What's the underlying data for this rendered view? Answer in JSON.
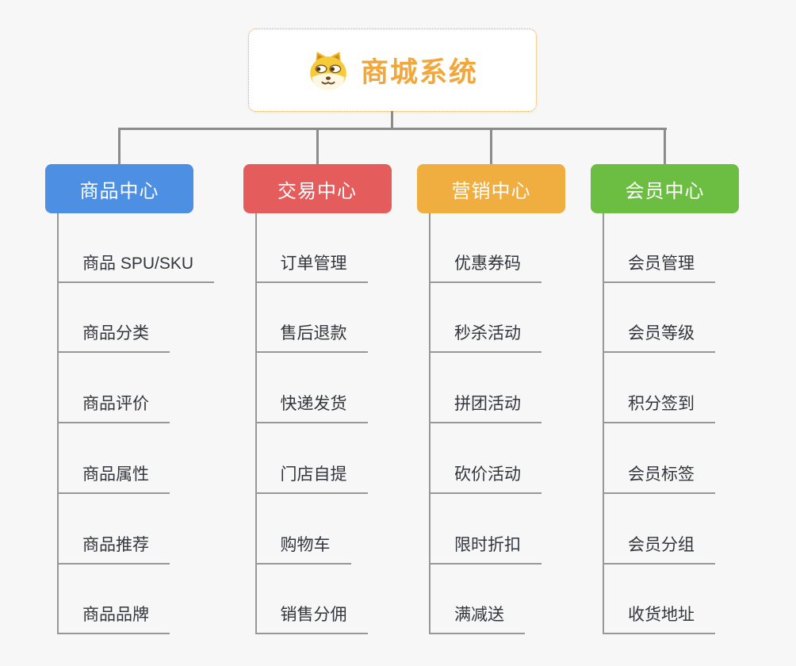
{
  "root": {
    "label": "商城系统",
    "icon": "dog-face-icon",
    "text_color": "#f1a73c",
    "border_color": "#e8a33d",
    "background": "#ffffff"
  },
  "branches": [
    {
      "label": "商品中心",
      "color": "#4d8fe2",
      "children": [
        "商品 SPU/SKU",
        "商品分类",
        "商品评价",
        "商品属性",
        "商品推荐",
        "商品品牌"
      ]
    },
    {
      "label": "交易中心",
      "color": "#e45c5c",
      "children": [
        "订单管理",
        "售后退款",
        "快递发货",
        "门店自提",
        "购物车",
        "销售分佣"
      ]
    },
    {
      "label": "营销中心",
      "color": "#efae3f",
      "children": [
        "优惠券码",
        "秒杀活动",
        "拼团活动",
        "砍价活动",
        "限时折扣",
        "满减送"
      ]
    },
    {
      "label": "会员中心",
      "color": "#6cbe43",
      "children": [
        "会员管理",
        "会员等级",
        "积分签到",
        "会员标签",
        "会员分组",
        "收货地址"
      ]
    }
  ],
  "style": {
    "page_background": "#f7f7f7",
    "connector_color": "#8c8c8c",
    "spine_color": "#979797",
    "leaf_text_color": "#33363c",
    "node_text_color": "#ffffff"
  }
}
